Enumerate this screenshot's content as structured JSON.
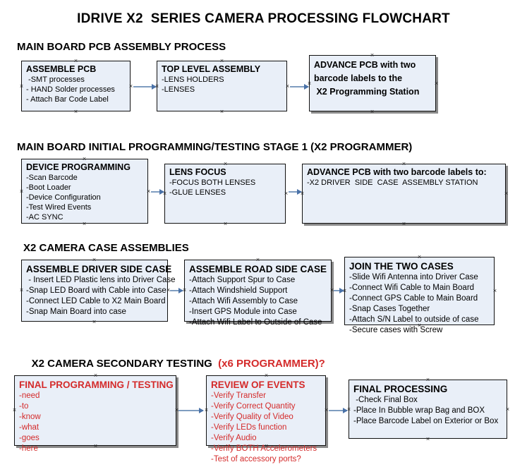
{
  "document": {
    "title": "IDRIVE X2  SERIES CAMERA PROCESSING FLOWCHART"
  },
  "sections": [
    {
      "id": "main-board-pcb-assembly",
      "heading": "MAIN BOARD PCB ASSEMBLY PROCESS",
      "heading_accent": ""
    },
    {
      "id": "main-board-initial-programming",
      "heading": "MAIN BOARD INITIAL PROGRAMMING/TESTING STAGE 1 (X2 PROGRAMMER)",
      "heading_accent": ""
    },
    {
      "id": "x2-camera-case-assemblies",
      "heading": "X2 CAMERA CASE ASSEMBLIES",
      "heading_accent": ""
    },
    {
      "id": "x2-camera-secondary-testing",
      "heading": "X2 CAMERA SECONDARY TESTING  ",
      "heading_accent": "(x6 PROGRAMMER)?"
    }
  ],
  "nodes": {
    "assemble_pcb": {
      "title": "ASSEMBLE PCB",
      "lines": [
        " -SMT processes",
        "- HAND Solder processes",
        "- Attach Bar Code Label"
      ]
    },
    "top_level_assembly": {
      "title": "TOP LEVEL ASSEMBLY",
      "lines": [
        "-LENS HOLDERS",
        "-LENSES"
      ]
    },
    "advance_pcb_x2_station": {
      "paragraph": "ADVANCE PCB with two\nbarcode labels to the\n X2 Programming Station"
    },
    "device_programming": {
      "title": "DEVICE PROGRAMMING",
      "lines": [
        "-Scan Barcode",
        "-Boot Loader",
        "-Device Configuration",
        "-Test Wired Events",
        "-AC SYNC"
      ]
    },
    "lens_focus": {
      "title": "LENS FOCUS",
      "lines": [
        "-FOCUS BOTH LENSES",
        "-GLUE LENSES"
      ]
    },
    "advance_pcb_driver_side": {
      "title": "ADVANCE PCB with two barcode labels to:",
      "lines": [
        "-X2 DRIVER  SIDE  CASE  ASSEMBLY STATION"
      ]
    },
    "assemble_driver_side_case": {
      "title": "ASSEMBLE DRIVER SIDE CASE",
      "lines": [
        " - Insert LED Plastic lens into Driver Case",
        "-Snap LED Board with Cable into Case",
        "-Connect LED Cable to X2 Main Board",
        "-Snap Main Board into case"
      ]
    },
    "assemble_road_side_case": {
      "title": "ASSEMBLE ROAD SIDE CASE",
      "lines": [
        "-Attach Support Spur to Case",
        "-Attach Windshield Support",
        "-Attach Wifi Assembly to Case",
        "-Insert GPS Module into Case",
        "-Attach Wifi Label to Outside of Case"
      ]
    },
    "join_the_two_cases": {
      "title": "JOIN THE TWO CASES",
      "lines": [
        "-Slide Wifi Antenna into Driver Case",
        "-Connect Wifi Cable to Main Board",
        "-Connect GPS Cable to Main Board",
        "-Snap Cases Together",
        "-Attach S/N Label to outside of case",
        "-Secure cases with Screw"
      ]
    },
    "final_programming_testing": {
      "title": "FINAL PROGRAMMING / TESTING",
      "lines": [
        "-need",
        "-to",
        "-know",
        "-what",
        "-goes",
        "-here"
      ]
    },
    "review_of_events": {
      "title": "REVIEW OF EVENTS",
      "lines": [
        "-Verify Transfer",
        "-Verify Correct Quantity",
        "-Verify Quality of Video",
        "-Verify LEDs function",
        "-Verify Audio",
        "-Verify BOTH Accelerometers",
        "-Test of accessory ports?"
      ]
    },
    "final_processing": {
      "title": "FINAL PROCESSING",
      "lines": [
        " -Check Final Box",
        "-Place In Bubble wrap Bag and BOX",
        "-Place Barcode Label on Exterior or Box"
      ]
    }
  },
  "colors": {
    "node_fill": "#e9eff8",
    "node_border": "#111111",
    "connector": "#7f9dc0",
    "accent_red": "#d42a2a",
    "text": "#000000"
  }
}
